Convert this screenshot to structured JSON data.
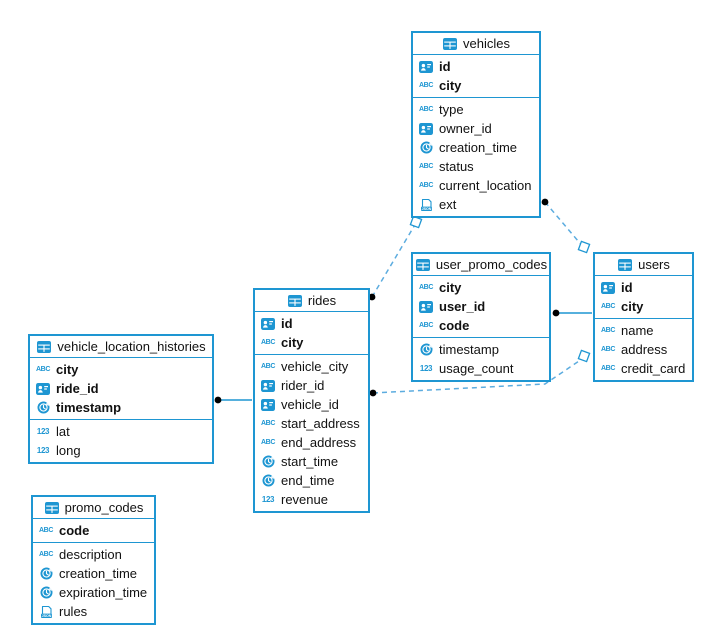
{
  "colors": {
    "accent": "#1e96d2",
    "dashed_line": "#5cacdf",
    "solid_line": "#1e96d2",
    "connector_dot": "#000000",
    "text": "#111111",
    "table_background": "#ffffff"
  },
  "type_icons": {
    "uuid": "person-card-icon",
    "string": "abc-icon",
    "timestamp": "clock-icon",
    "number": "123-icon",
    "json": "json-icon",
    "table": "table-grid-icon"
  },
  "tables": [
    {
      "id": "vehicles",
      "title": "vehicles",
      "pk_columns": [
        {
          "name": "id",
          "type": "uuid"
        },
        {
          "name": "city",
          "type": "string"
        }
      ],
      "columns": [
        {
          "name": "type",
          "type": "string"
        },
        {
          "name": "owner_id",
          "type": "uuid"
        },
        {
          "name": "creation_time",
          "type": "timestamp"
        },
        {
          "name": "status",
          "type": "string"
        },
        {
          "name": "current_location",
          "type": "string"
        },
        {
          "name": "ext",
          "type": "json"
        }
      ]
    },
    {
      "id": "user_promo_codes",
      "title": "user_promo_codes",
      "pk_columns": [
        {
          "name": "city",
          "type": "string"
        },
        {
          "name": "user_id",
          "type": "uuid"
        },
        {
          "name": "code",
          "type": "string"
        }
      ],
      "columns": [
        {
          "name": "timestamp",
          "type": "timestamp"
        },
        {
          "name": "usage_count",
          "type": "number"
        }
      ]
    },
    {
      "id": "users",
      "title": "users",
      "pk_columns": [
        {
          "name": "id",
          "type": "uuid"
        },
        {
          "name": "city",
          "type": "string"
        }
      ],
      "columns": [
        {
          "name": "name",
          "type": "string"
        },
        {
          "name": "address",
          "type": "string"
        },
        {
          "name": "credit_card",
          "type": "string"
        }
      ]
    },
    {
      "id": "rides",
      "title": "rides",
      "pk_columns": [
        {
          "name": "id",
          "type": "uuid"
        },
        {
          "name": "city",
          "type": "string"
        }
      ],
      "columns": [
        {
          "name": "vehicle_city",
          "type": "string"
        },
        {
          "name": "rider_id",
          "type": "uuid"
        },
        {
          "name": "vehicle_id",
          "type": "uuid"
        },
        {
          "name": "start_address",
          "type": "string"
        },
        {
          "name": "end_address",
          "type": "string"
        },
        {
          "name": "start_time",
          "type": "timestamp"
        },
        {
          "name": "end_time",
          "type": "timestamp"
        },
        {
          "name": "revenue",
          "type": "number"
        }
      ]
    },
    {
      "id": "vehicle_location_histories",
      "title": "vehicle_location_histories",
      "pk_columns": [
        {
          "name": "city",
          "type": "string"
        },
        {
          "name": "ride_id",
          "type": "uuid"
        },
        {
          "name": "timestamp",
          "type": "timestamp"
        }
      ],
      "columns": [
        {
          "name": "lat",
          "type": "number"
        },
        {
          "name": "long",
          "type": "number"
        }
      ]
    },
    {
      "id": "promo_codes",
      "title": "promo_codes",
      "pk_columns": [
        {
          "name": "code",
          "type": "string"
        }
      ],
      "columns": [
        {
          "name": "description",
          "type": "string"
        },
        {
          "name": "creation_time",
          "type": "timestamp"
        },
        {
          "name": "expiration_time",
          "type": "timestamp"
        },
        {
          "name": "rules",
          "type": "json"
        }
      ]
    }
  ],
  "relationships": [
    {
      "from": "rides",
      "to": "vehicles",
      "style": "dashed"
    },
    {
      "from": "vehicles",
      "to": "users",
      "style": "dashed"
    },
    {
      "from": "user_promo_codes",
      "to": "users",
      "style": "solid"
    },
    {
      "from": "rides",
      "to": "users",
      "style": "dashed"
    },
    {
      "from": "vehicle_location_histories",
      "to": "rides",
      "style": "solid"
    }
  ]
}
